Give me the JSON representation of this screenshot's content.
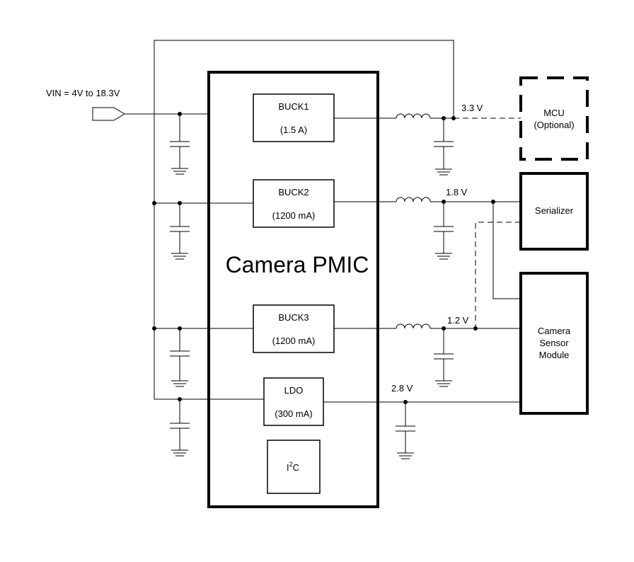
{
  "input": {
    "vin_label": "VIN = 4V to 18.3V"
  },
  "pmic": {
    "title": "Camera PMIC"
  },
  "blocks": {
    "buck1": {
      "name": "BUCK1",
      "rating": "(1.5 A)"
    },
    "buck2": {
      "name": "BUCK2",
      "rating": "(1200 mA)"
    },
    "buck3": {
      "name": "BUCK3",
      "rating": "(1200 mA)"
    },
    "ldo": {
      "name": "LDO",
      "rating": "(300 mA)"
    },
    "i2c": {
      "base": "I",
      "sup": "2",
      "tail": "C"
    }
  },
  "rails": {
    "buck1": "3.3 V",
    "buck2": "1.8 V",
    "buck3": "1.2 V",
    "ldo": "2.8 V"
  },
  "loads": {
    "mcu": {
      "line1": "MCU",
      "line2": "(Optional)"
    },
    "serializer": {
      "line1": "Serializer"
    },
    "camera": {
      "line1": "Camera",
      "line2": "Sensor",
      "line3": "Module"
    }
  }
}
